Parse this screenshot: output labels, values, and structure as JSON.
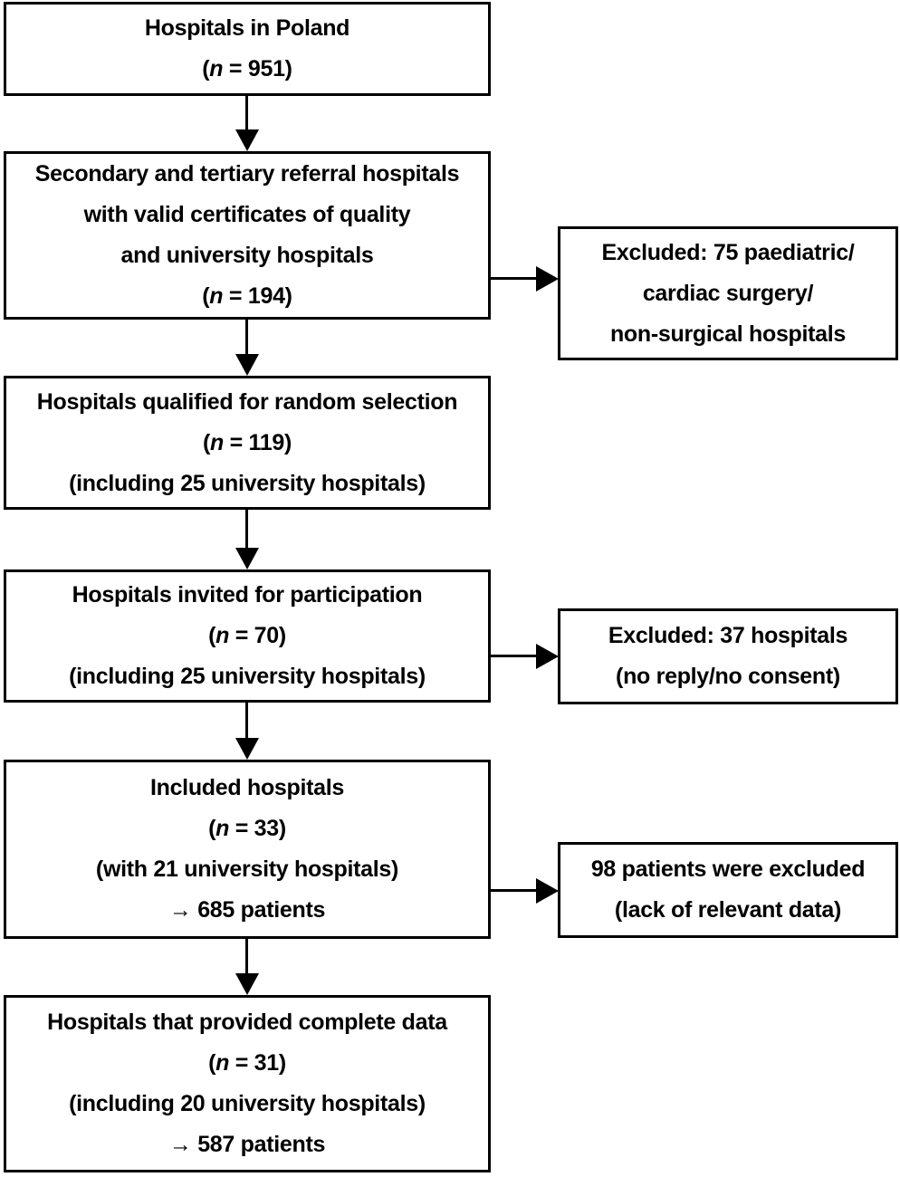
{
  "colors": {
    "line": "#000000",
    "background": "#ffffff",
    "text": "#000000"
  },
  "boxes": {
    "box1": {
      "title": "Hospitals in Poland",
      "n_open": "(",
      "n_symbol": "n",
      "n_rest": " = 951)"
    },
    "box2": {
      "line1": "Secondary and tertiary referral hospitals",
      "line2": "with valid certificates of quality",
      "line3": "and university hospitals",
      "n_open": "(",
      "n_symbol": "n",
      "n_rest": " = 194)"
    },
    "box3": {
      "title": "Hospitals qualified for random selection",
      "n_open": "(",
      "n_symbol": "n",
      "n_rest": " = 119)",
      "note": "(including 25 university hospitals)"
    },
    "box4": {
      "title": "Hospitals invited for participation",
      "n_open": "(",
      "n_symbol": "n",
      "n_rest": " = 70)",
      "note": "(including 25 university hospitals)"
    },
    "box5": {
      "title": "Included hospitals",
      "n_open": "(",
      "n_symbol": "n",
      "n_rest": " = 33)",
      "note": "(with 21 university hospitals)",
      "arrow": "→",
      "patients": " 685 patients"
    },
    "box6": {
      "title": "Hospitals that provided complete data",
      "n_open": "(",
      "n_symbol": "n",
      "n_rest": " = 31)",
      "note": "(including 20 university hospitals)",
      "arrow": "→",
      "patients": " 587 patients"
    },
    "excl1": {
      "line1": "Excluded: 75 paediatric/",
      "line2": "cardiac surgery/",
      "line3": "non-surgical hospitals"
    },
    "excl2": {
      "line1": "Excluded: 37 hospitals",
      "line2": "(no reply/no consent)"
    },
    "excl3": {
      "line1": "98 patients were excluded",
      "line2": "(lack of relevant data)"
    }
  }
}
